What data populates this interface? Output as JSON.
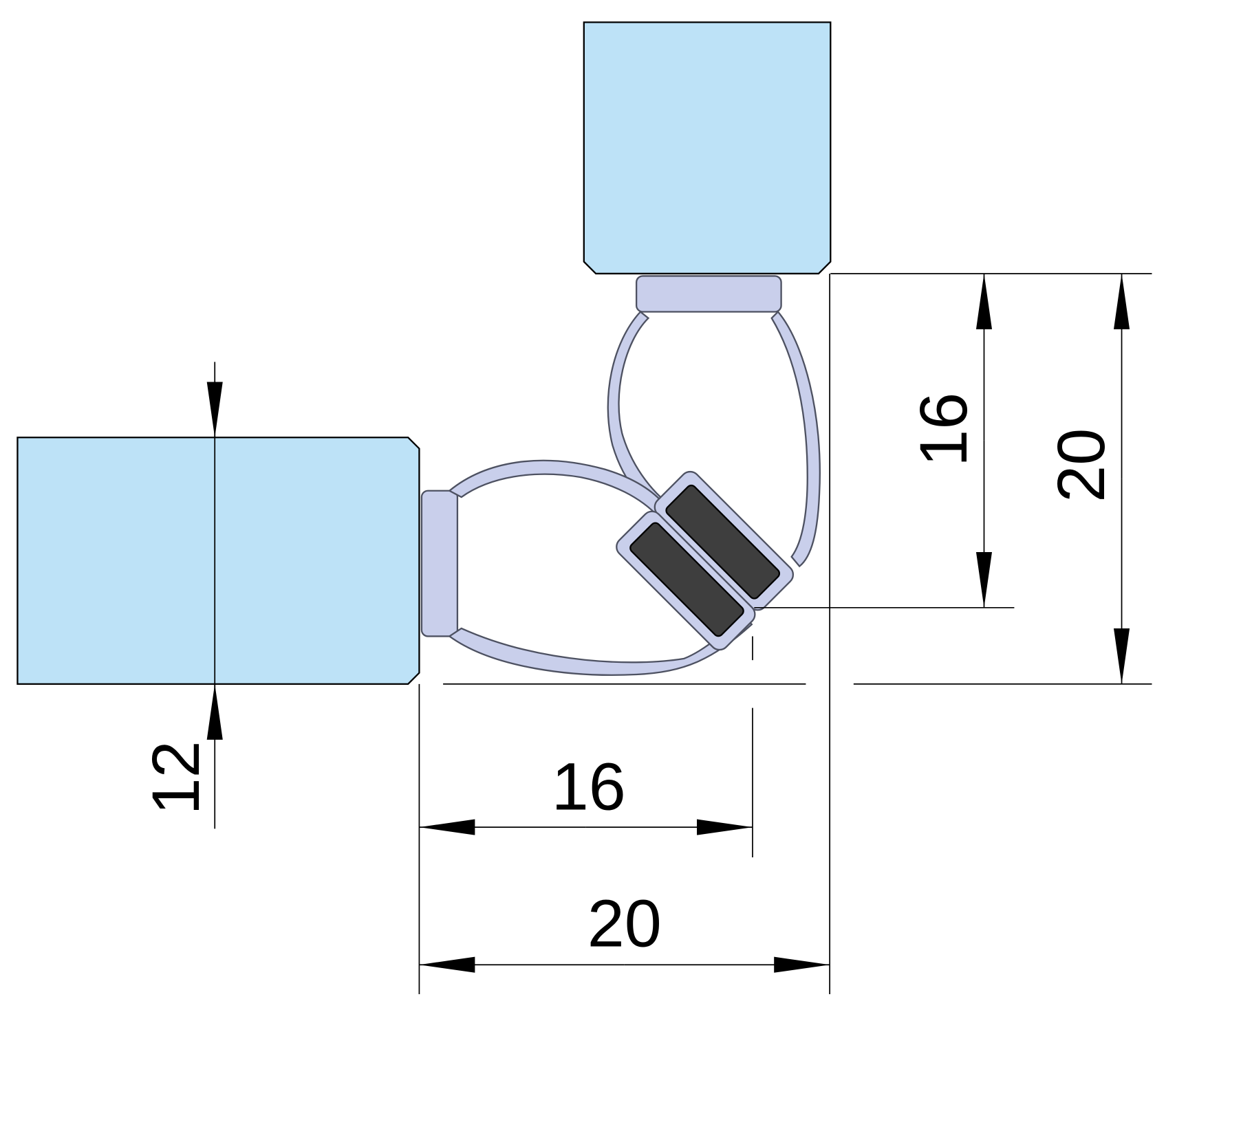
{
  "colors": {
    "glass": "#bde2f7",
    "seal": "#c9cfeb",
    "seal_stroke": "#4d5161",
    "magnet": "#3e3e3e",
    "line": "#000000"
  },
  "dimensions": {
    "glass_thickness": "12",
    "vertical_inner": "16",
    "vertical_outer": "20",
    "horizontal_inner": "16",
    "horizontal_outer": "20"
  }
}
